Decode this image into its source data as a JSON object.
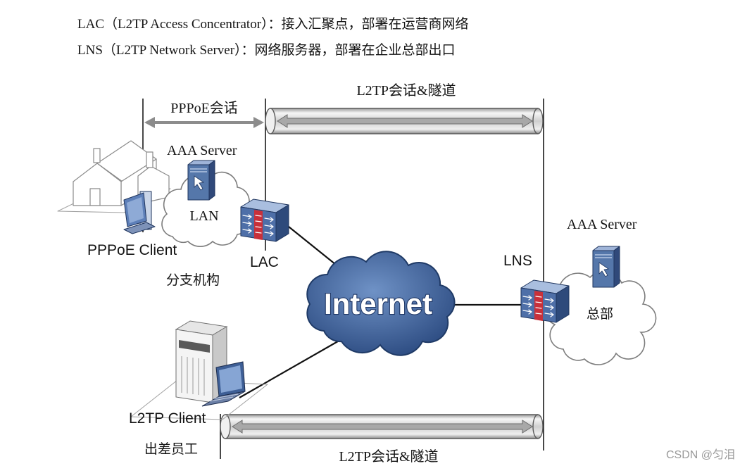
{
  "header": {
    "lac_line": "LAC（L2TP Access Concentrator）：接入汇聚点，部署在运营商网络",
    "lns_line": "LNS（L2TP Network Server）：网络服务器，部署在企业总部出口"
  },
  "sessions": {
    "pppoe_label": "PPPoE会话",
    "l2tp_top_label": "L2TP会话&隧道",
    "l2tp_bottom_label": "L2TP会话&隧道"
  },
  "branch": {
    "aaa_server_label": "AAA Server",
    "lan_label": "LAN",
    "pppoe_client_label": "PPPoE Client",
    "lac_label": "LAC",
    "site_label": "分支机构"
  },
  "internet": {
    "label": "Internet"
  },
  "headquarters": {
    "aaa_server_label": "AAA Server",
    "lns_label": "LNS",
    "site_label": "总部"
  },
  "mobile": {
    "l2tp_client_label": "L2TP Client",
    "site_label": "出差员工"
  },
  "watermark": {
    "text": "CSDN @匀泪"
  },
  "colors": {
    "internet_cloud_light": "#6f92c6",
    "internet_cloud_dark": "#2b4a80",
    "device_blue": "#4e6fa8",
    "firewall_red": "#c8303a",
    "server_blue": "#5577aa"
  }
}
